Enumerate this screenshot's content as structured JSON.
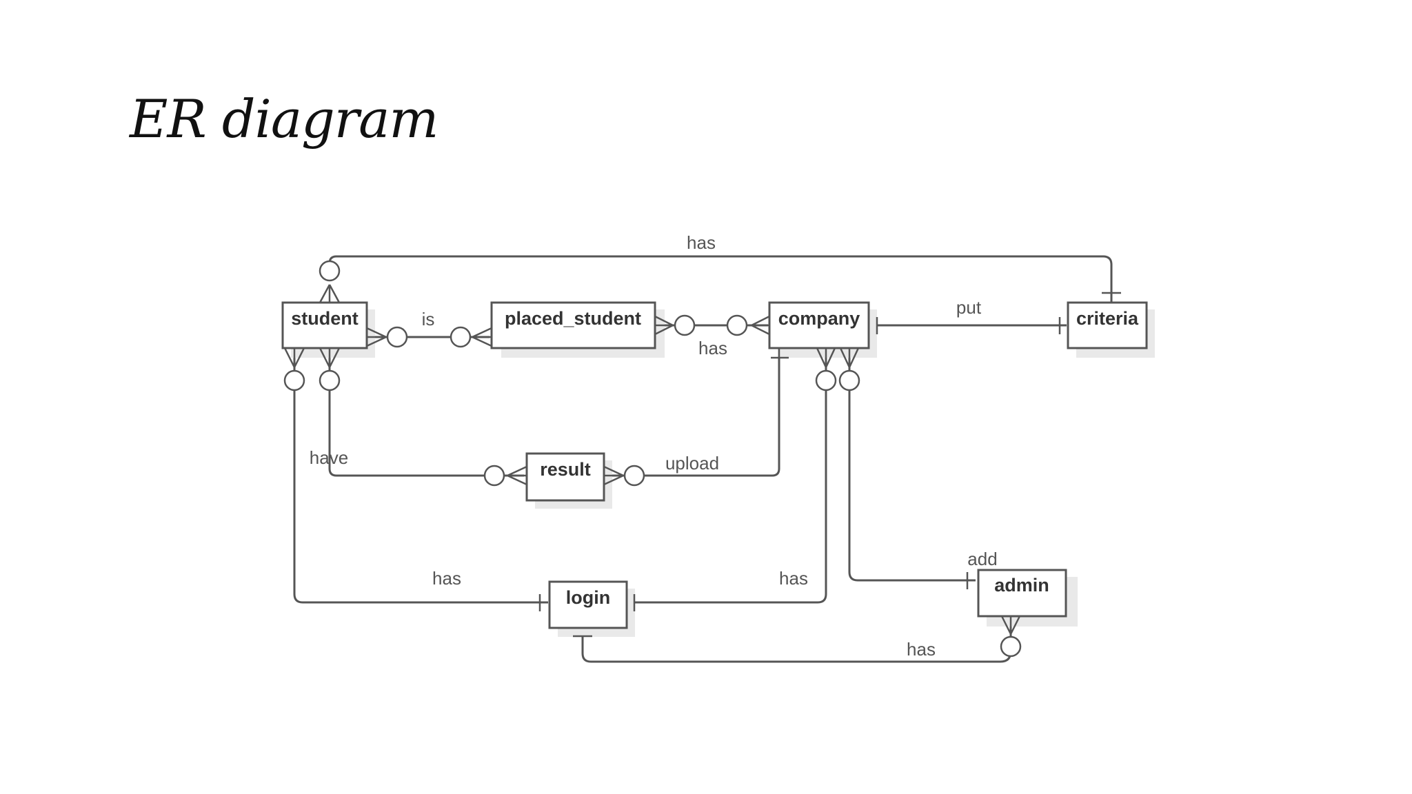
{
  "title": "ER diagram",
  "entities": {
    "student": "student",
    "placed_student": "placed_student",
    "company": "company",
    "criteria": "criteria",
    "result": "result",
    "login": "login",
    "admin": "admin"
  },
  "relationships": {
    "student_criteria": "has",
    "student_placed_student": "is",
    "placed_student_company": "has",
    "company_criteria": "put",
    "student_result": "have",
    "company_result": "upload",
    "student_login": "has",
    "company_login": "has",
    "company_admin": "add",
    "admin_login": "has"
  },
  "colors": {
    "line": "#555555",
    "text": "#333333",
    "shadow": "#e9e9e9",
    "background": "#ffffff"
  }
}
